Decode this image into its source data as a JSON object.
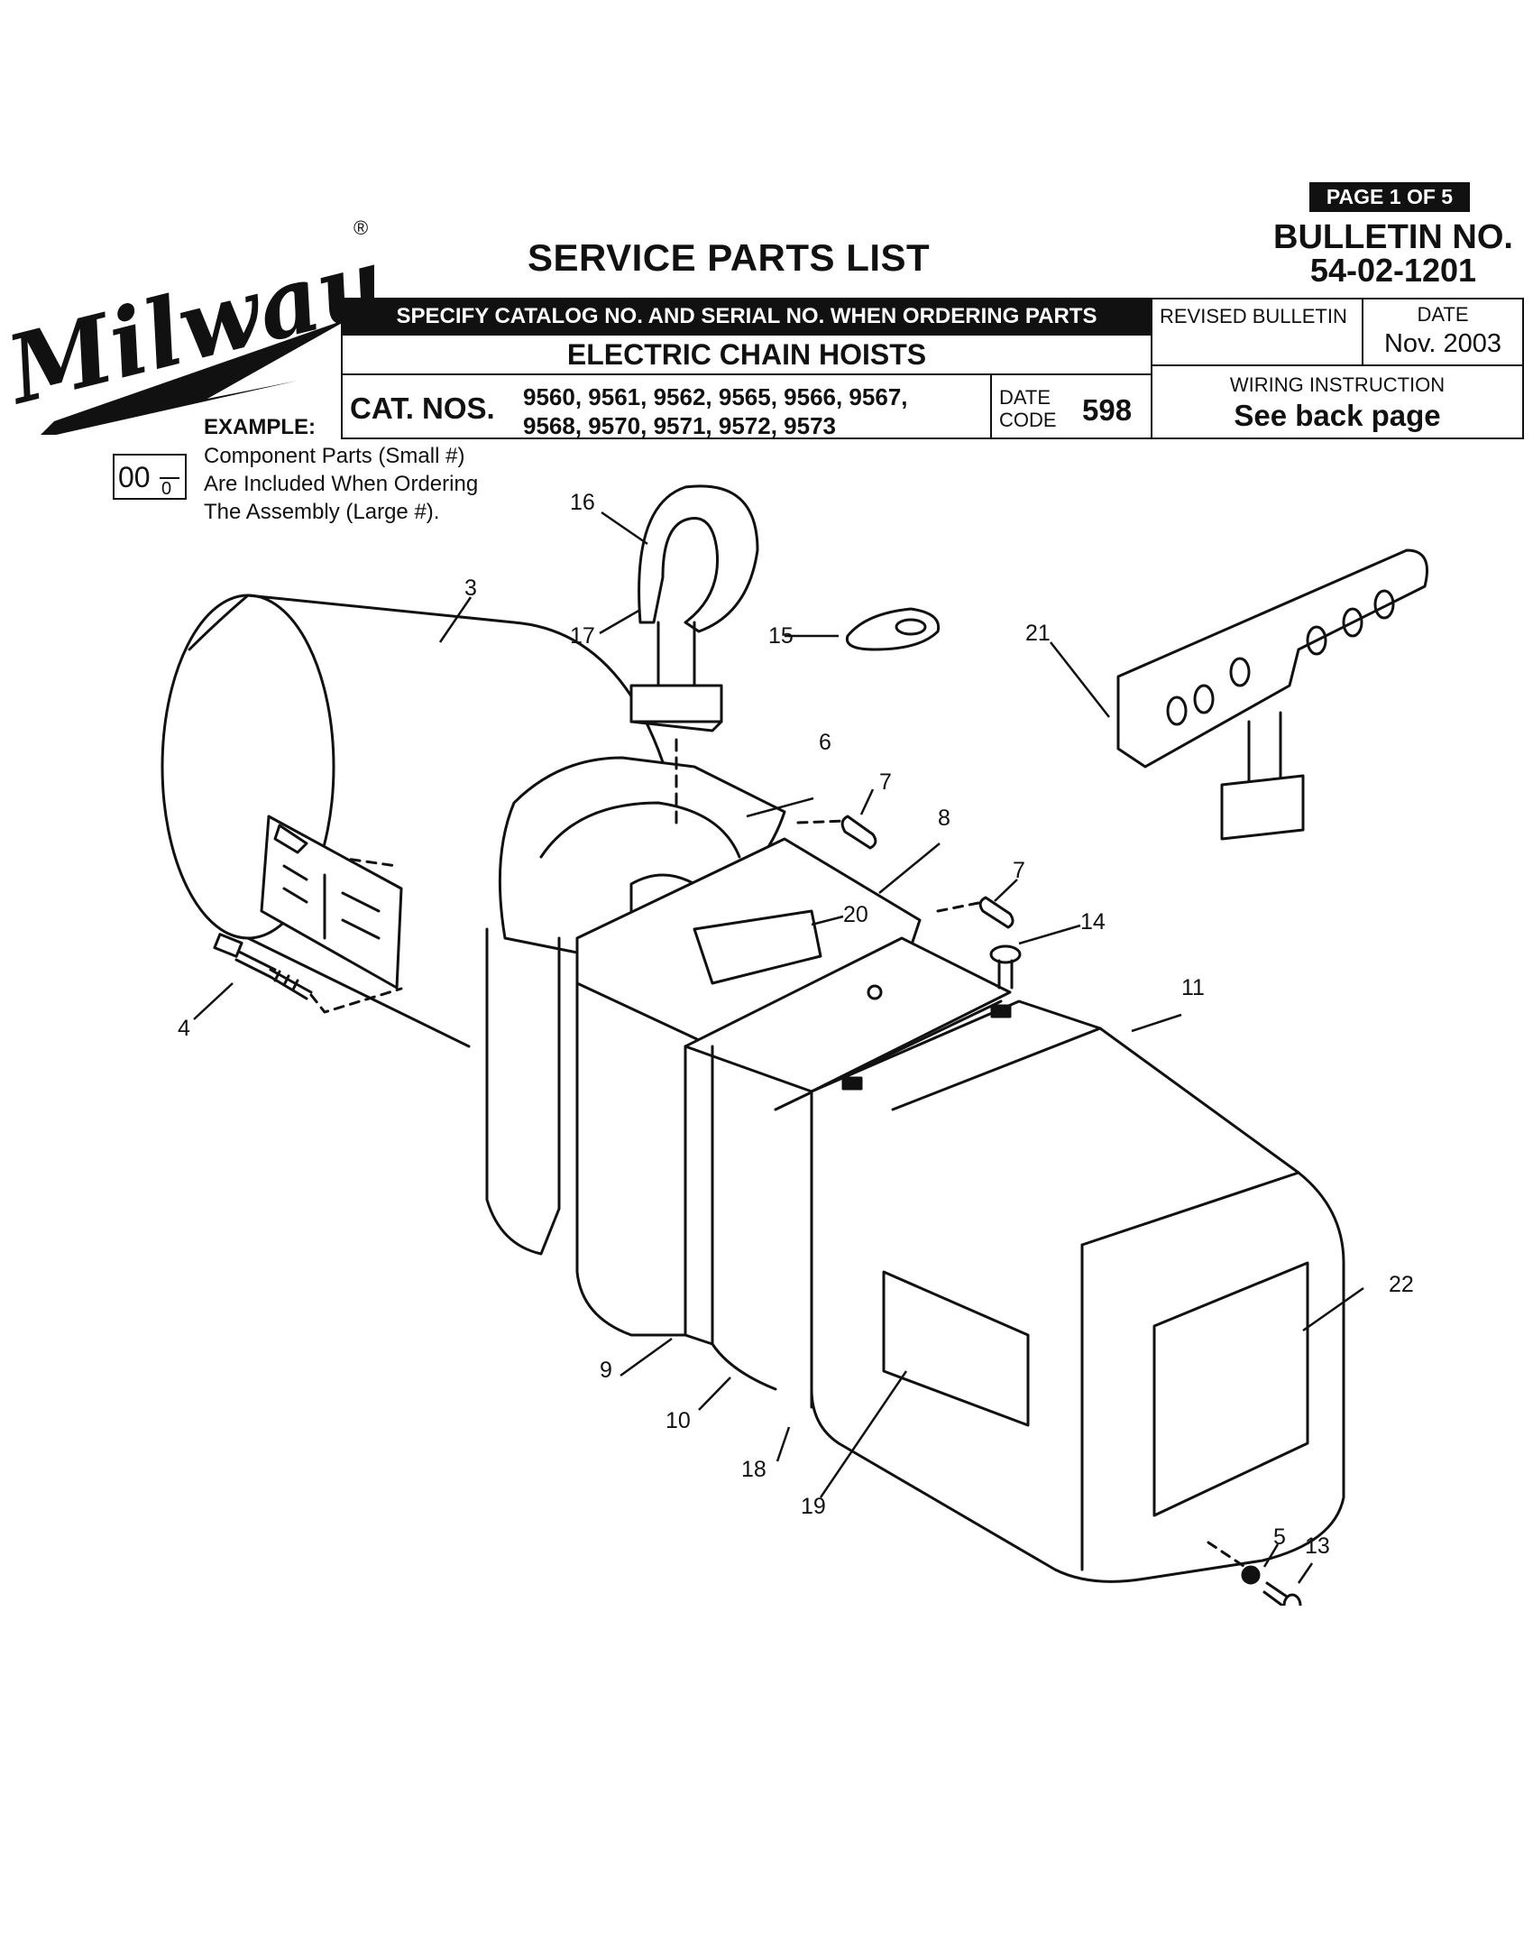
{
  "brand": {
    "logo_text": "Milwaukee",
    "registered": "®"
  },
  "document": {
    "title": "SERVICE PARTS LIST",
    "page_badge": "PAGE 1 OF 5",
    "bulletin_label": "BULLETIN NO.",
    "bulletin_no": "54-02-1201"
  },
  "header": {
    "specify_note": "SPECIFY CATALOG NO. AND SERIAL NO. WHEN ORDERING PARTS",
    "product": "ELECTRIC CHAIN HOISTS",
    "cat_label": "CAT. NOS.",
    "cat_nums_line1": "9560, 9561, 9562, 9565, 9566, 9567,",
    "cat_nums_line2": "9568, 9570, 9571, 9572, 9573",
    "date_code_label_1": "DATE",
    "date_code_label_2": "CODE",
    "date_code": "598",
    "revised_label": "REVISED BULLETIN",
    "date_label": "DATE",
    "date_value": "Nov. 2003",
    "wiring_label": "WIRING INSTRUCTION",
    "wiring_value": "See back page"
  },
  "example": {
    "label": "EXAMPLE:",
    "big_num": "00",
    "small_num": "0",
    "line1": "Component Parts (Small #)",
    "line2": "Are Included When Ordering",
    "line3": "The Assembly (Large #)."
  },
  "diagram": {
    "part_labels": {
      "p3": "3",
      "p4": "4",
      "p5": "5",
      "p6": "6",
      "p7a": "7",
      "p7b": "7",
      "p8": "8",
      "p9": "9",
      "p10": "10",
      "p11": "11",
      "p13": "13",
      "p14": "14",
      "p15": "15",
      "p16": "16",
      "p17": "17",
      "p18": "18",
      "p19": "19",
      "p20": "20",
      "p21": "21",
      "p22": "22"
    }
  }
}
